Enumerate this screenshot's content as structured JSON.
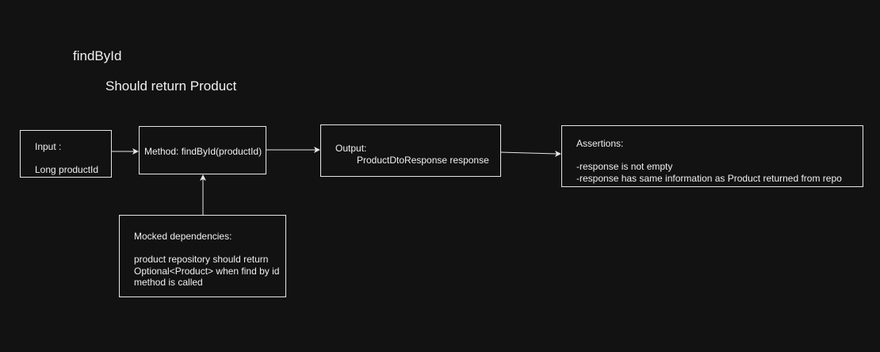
{
  "diagram": {
    "title": "findById",
    "subtitle": "Should return Product",
    "input": {
      "heading": "Input :",
      "line1": "Long productId"
    },
    "method": {
      "label": "Method: findById(productId)"
    },
    "output": {
      "heading": "Output:",
      "line1": "ProductDtoResponse response"
    },
    "assertions": {
      "heading": "Assertions:",
      "line1": "-response is not empty",
      "line2": "-response has same information as Product returned from repo"
    },
    "mocks": {
      "heading": "Mocked dependencies:",
      "line1": "product repository should return",
      "line2": "Optional<Product> when find by id",
      "line3": "method is called"
    }
  },
  "colors": {
    "background": "#121212",
    "stroke": "#e6e6e6",
    "text": "#f0f0f0"
  }
}
